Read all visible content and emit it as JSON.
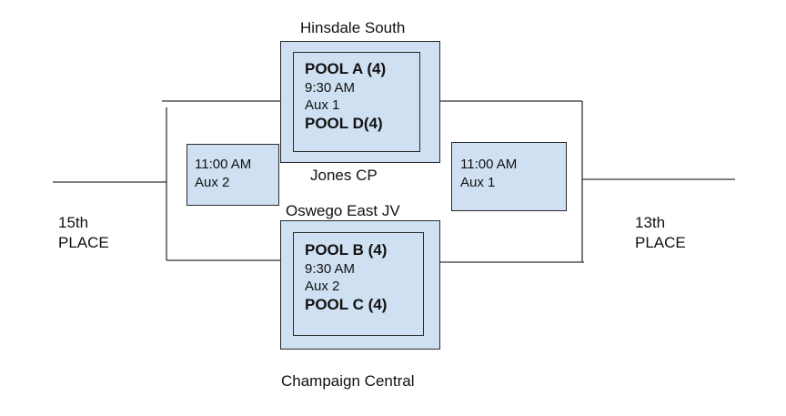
{
  "labels": {
    "hinsdale": "Hinsdale South",
    "jones": "Jones CP",
    "oswego": "Oswego East JV",
    "champaign": "Champaign Central",
    "place15_line1": "15th",
    "place15_line2": "PLACE",
    "place13_line1": "13th",
    "place13_line2": "PLACE"
  },
  "top_match": {
    "team1": "POOL A (4)",
    "time": "9:30 AM",
    "court": "Aux 1",
    "team2": "POOL D(4)"
  },
  "bottom_match": {
    "team1": "POOL B (4)",
    "time": "9:30 AM",
    "court": "Aux  2",
    "team2": "POOL C (4)"
  },
  "left_match": {
    "time": "11:00 AM",
    "court": "Aux  2"
  },
  "right_match": {
    "time": "11:00 AM",
    "court": "Aux 1"
  },
  "colors": {
    "box_fill": "#cfe0f2",
    "line": "#333333"
  }
}
